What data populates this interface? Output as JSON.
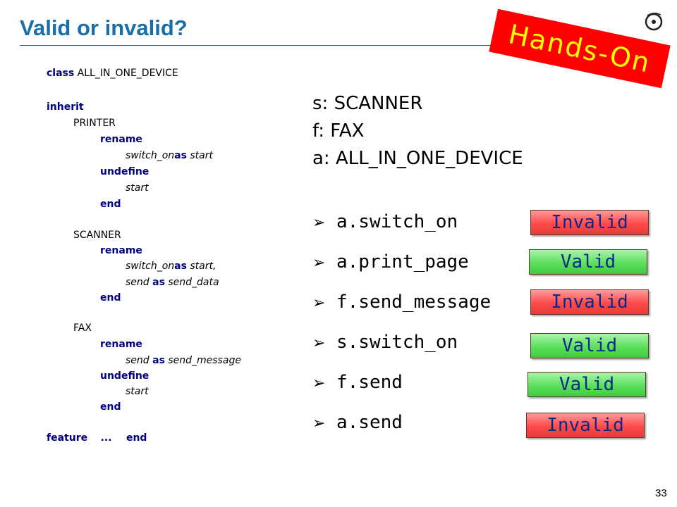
{
  "title": "Valid or invalid?",
  "hands_on_label": "Hands-On",
  "page_number": "33",
  "code": {
    "line1_kw": "class",
    "line1_text": "ALL_IN_ONE_DEVICE",
    "inherit_kw": "inherit",
    "printer": "PRINTER",
    "rename_kw": "rename",
    "undefine_kw": "undefine",
    "end_kw": "end",
    "as_kw": "as",
    "feature_kw": "feature",
    "ellipsis": "...",
    "p_switch_on": "switch_on",
    "p_start": "start",
    "p_undef_start": "start",
    "scanner": "SCANNER",
    "s_switch_on": "switch_on",
    "s_start": "start,",
    "s_send": "send",
    "s_send_data": "send_data",
    "fax": "FAX",
    "f_send": "send",
    "f_send_message": "send_message",
    "f_undef_start": "start"
  },
  "declarations": [
    "s: SCANNER",
    "f: FAX",
    "a: ALL_IN_ONE_DEVICE"
  ],
  "items": [
    {
      "expr": "a.switch_on",
      "verdict": "Invalid"
    },
    {
      "expr": "a.print_page",
      "verdict": "Valid"
    },
    {
      "expr": "f.send_message",
      "verdict": "Invalid"
    },
    {
      "expr": "s.switch_on",
      "verdict": "Valid"
    },
    {
      "expr": "f.send",
      "verdict": "Valid"
    },
    {
      "expr": "a.send",
      "verdict": "Invalid"
    }
  ],
  "colors": {
    "title": "#1a6fa8",
    "hands_on_bg": "#ff0000",
    "hands_on_text": "#ffff00",
    "invalid": "#ff4a4a",
    "valid": "#5ce05c",
    "badge_text": "#0a2a8a"
  },
  "icons": {
    "bullet": "arrow-bullet-icon",
    "logo": "eiffel-logo-icon"
  }
}
